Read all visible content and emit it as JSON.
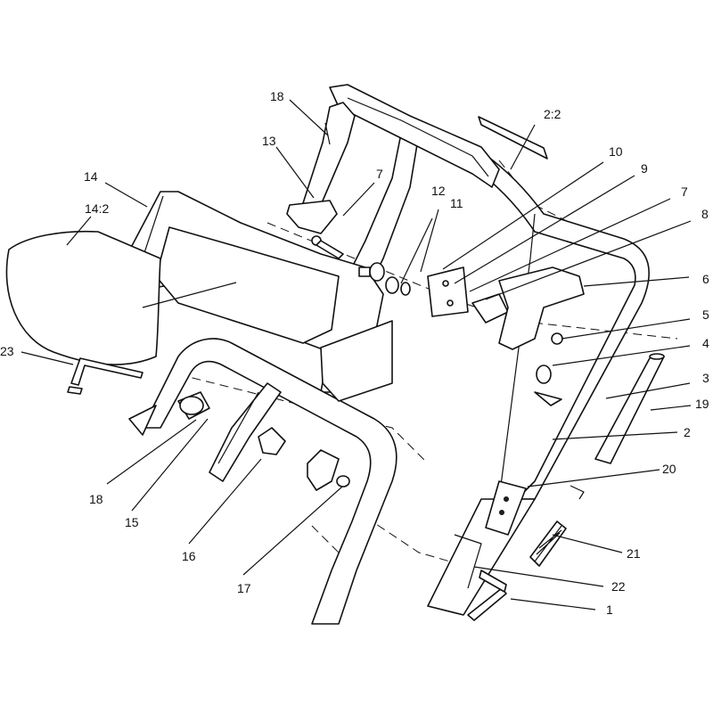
{
  "diagram": {
    "callouts": [
      {
        "id": "c18a",
        "label": "18"
      },
      {
        "id": "c13",
        "label": "13"
      },
      {
        "id": "c2-2",
        "label": "2:2"
      },
      {
        "id": "c14",
        "label": "14"
      },
      {
        "id": "c14-2",
        "label": "14:2"
      },
      {
        "id": "c7a",
        "label": "7"
      },
      {
        "id": "c12",
        "label": "12"
      },
      {
        "id": "c11",
        "label": "11"
      },
      {
        "id": "c10",
        "label": "10"
      },
      {
        "id": "c9",
        "label": "9"
      },
      {
        "id": "c7b",
        "label": "7"
      },
      {
        "id": "c8",
        "label": "8"
      },
      {
        "id": "c6",
        "label": "6"
      },
      {
        "id": "c5",
        "label": "5"
      },
      {
        "id": "c4",
        "label": "4"
      },
      {
        "id": "c3",
        "label": "3"
      },
      {
        "id": "c19",
        "label": "19"
      },
      {
        "id": "c2",
        "label": "2"
      },
      {
        "id": "c20",
        "label": "20"
      },
      {
        "id": "c21",
        "label": "21"
      },
      {
        "id": "c22",
        "label": "22"
      },
      {
        "id": "c1",
        "label": "1"
      },
      {
        "id": "c23",
        "label": "23"
      },
      {
        "id": "c18b",
        "label": "18"
      },
      {
        "id": "c15",
        "label": "15"
      },
      {
        "id": "c16",
        "label": "16"
      },
      {
        "id": "c17",
        "label": "17"
      }
    ]
  }
}
